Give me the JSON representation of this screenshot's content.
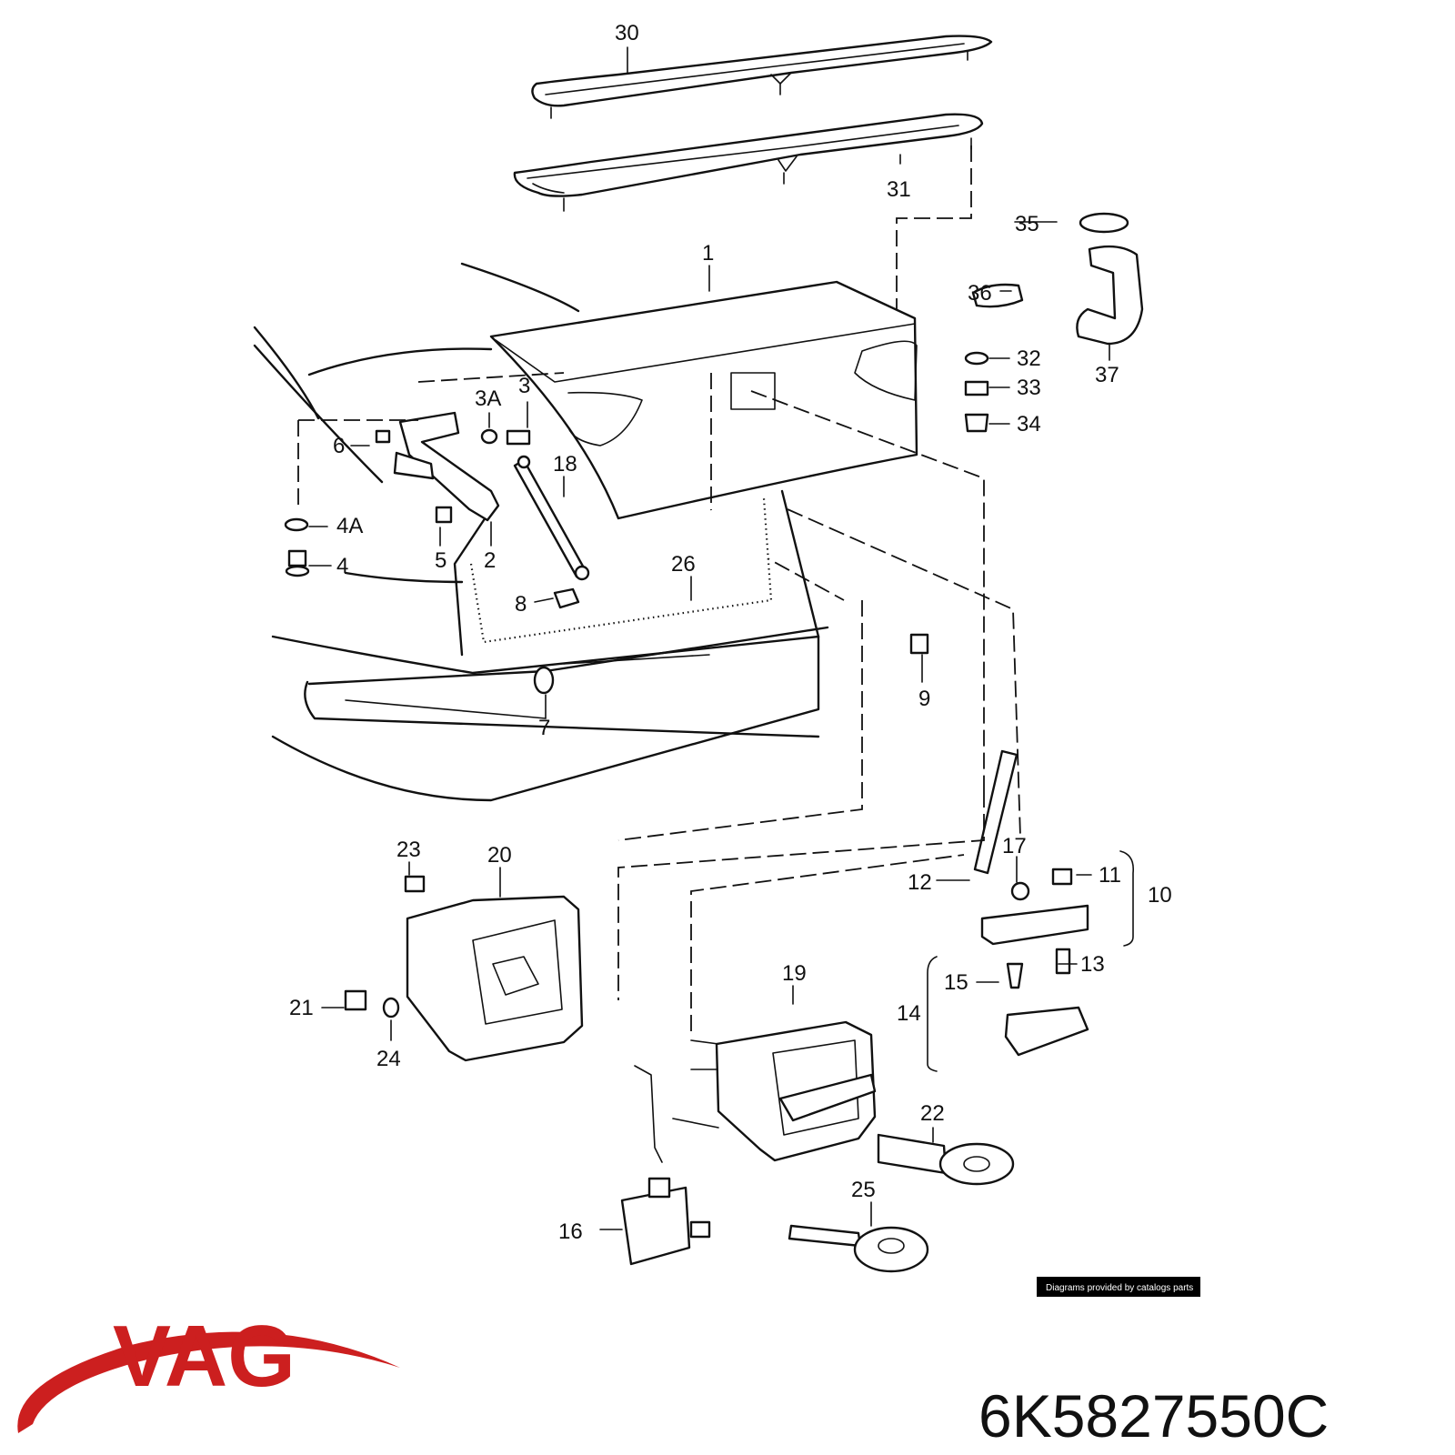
{
  "callouts": [
    "30",
    "31",
    "1",
    "35",
    "36",
    "37",
    "32",
    "33",
    "34",
    "3A",
    "3",
    "6",
    "18",
    "4A",
    "4",
    "5",
    "2",
    "8",
    "26",
    "7",
    "9",
    "12",
    "17",
    "11",
    "10",
    "13",
    "15",
    "14",
    "23",
    "20",
    "21",
    "24",
    "19",
    "22",
    "16",
    "25"
  ],
  "credit": "Diagrams provided by catalogs parts",
  "brand": "VAG",
  "part_number": "6K5827550C",
  "colors": {
    "brand_red": "#cc1f1f",
    "line": "#111111",
    "credit_bg": "#000000"
  }
}
